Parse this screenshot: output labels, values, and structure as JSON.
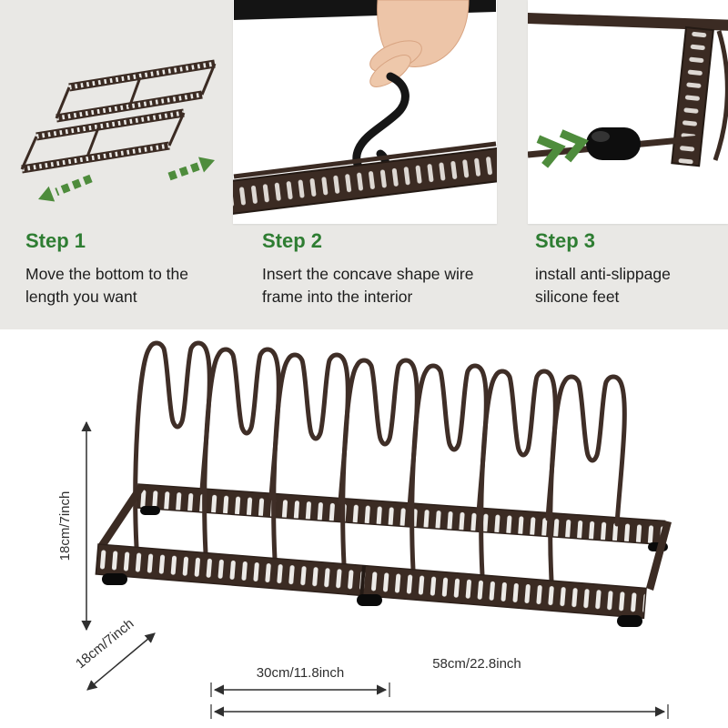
{
  "steps": [
    {
      "label": "Step 1",
      "description": "Move the bottom to the length you want"
    },
    {
      "label": "Step 2",
      "description": "Insert the concave shape wire frame into the interior"
    },
    {
      "label": "Step 3",
      "description": "install anti-slippage silicone feet"
    }
  ],
  "dimensions": {
    "height": "18cm/7inch",
    "depth": "18cm/7inch",
    "section_length": "30cm/11.8inch",
    "total_length": "58cm/22.8inch"
  },
  "colors": {
    "step_label_green": "#2e7d32",
    "arrow_green": "#4e8c3c",
    "product_brown": "#3b2b23",
    "background_gray": "#e9e8e5"
  }
}
